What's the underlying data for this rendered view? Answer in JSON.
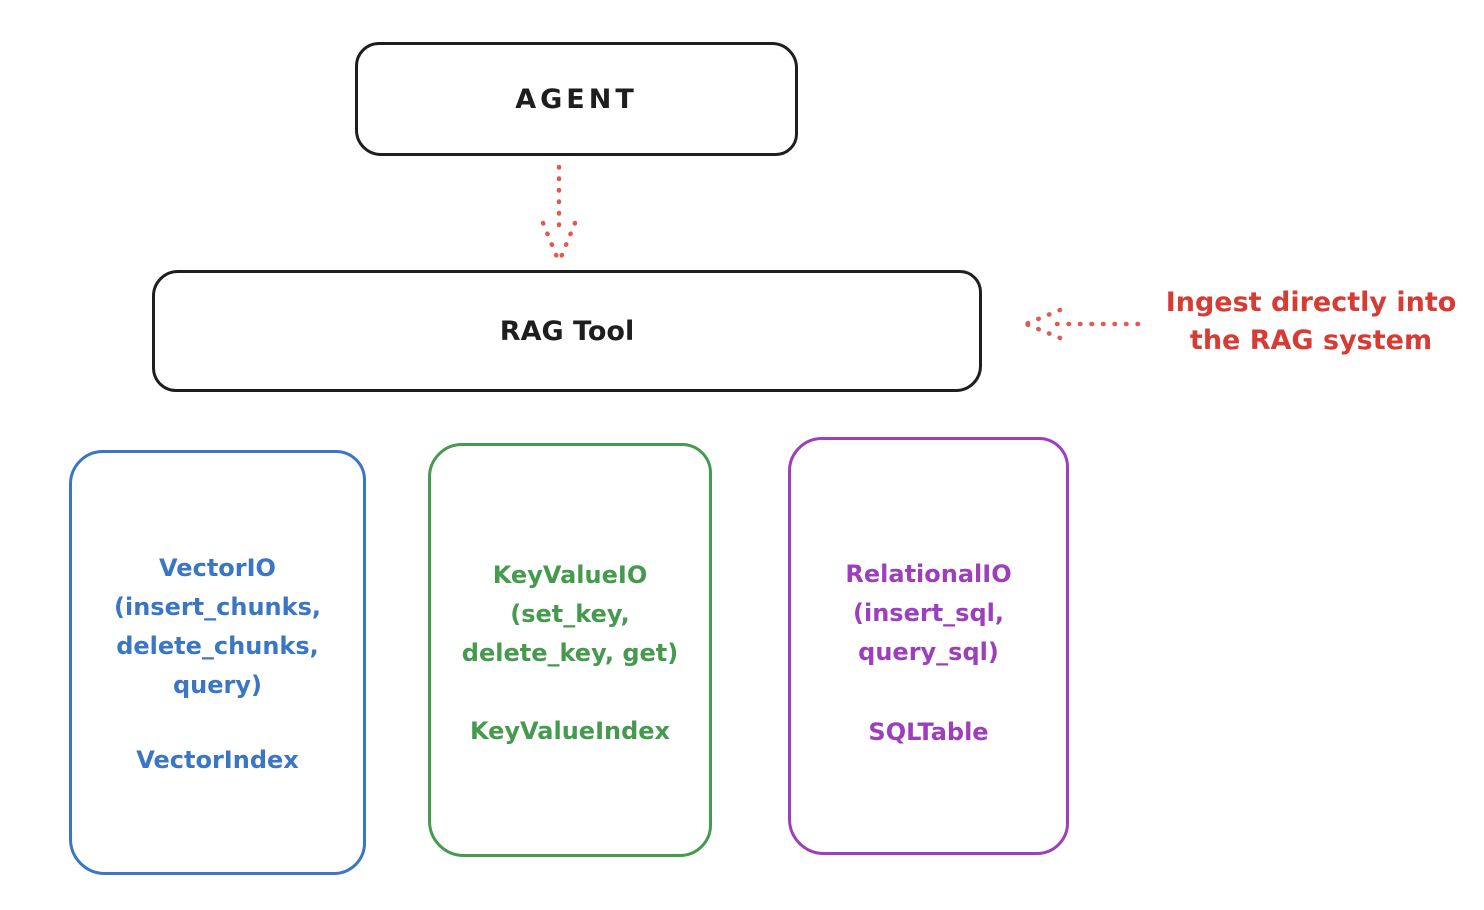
{
  "diagram": {
    "agent": {
      "label": "AGENT"
    },
    "rag_tool": {
      "label": "RAG Tool"
    },
    "annotation": {
      "line1": "Ingest directly into",
      "line2": "the RAG system",
      "color": "#d63c33"
    },
    "arrow_color": "#e05a52",
    "stroke_color": "#1e1e1e",
    "stores": [
      {
        "id": "vector-io",
        "color": "#3a76c4",
        "lines": [
          "VectorIO",
          "(insert_chunks,",
          "delete_chunks,",
          "query)"
        ],
        "index_label": "VectorIndex"
      },
      {
        "id": "keyvalue-io",
        "color": "#459a4d",
        "lines": [
          "KeyValueIO",
          "(set_key,",
          "delete_key, get)"
        ],
        "index_label": "KeyValueIndex"
      },
      {
        "id": "relational-io",
        "color": "#9d3fbd",
        "lines": [
          "RelationalIO",
          "(insert_sql,",
          "query_sql)"
        ],
        "index_label": "SQLTable"
      }
    ]
  }
}
